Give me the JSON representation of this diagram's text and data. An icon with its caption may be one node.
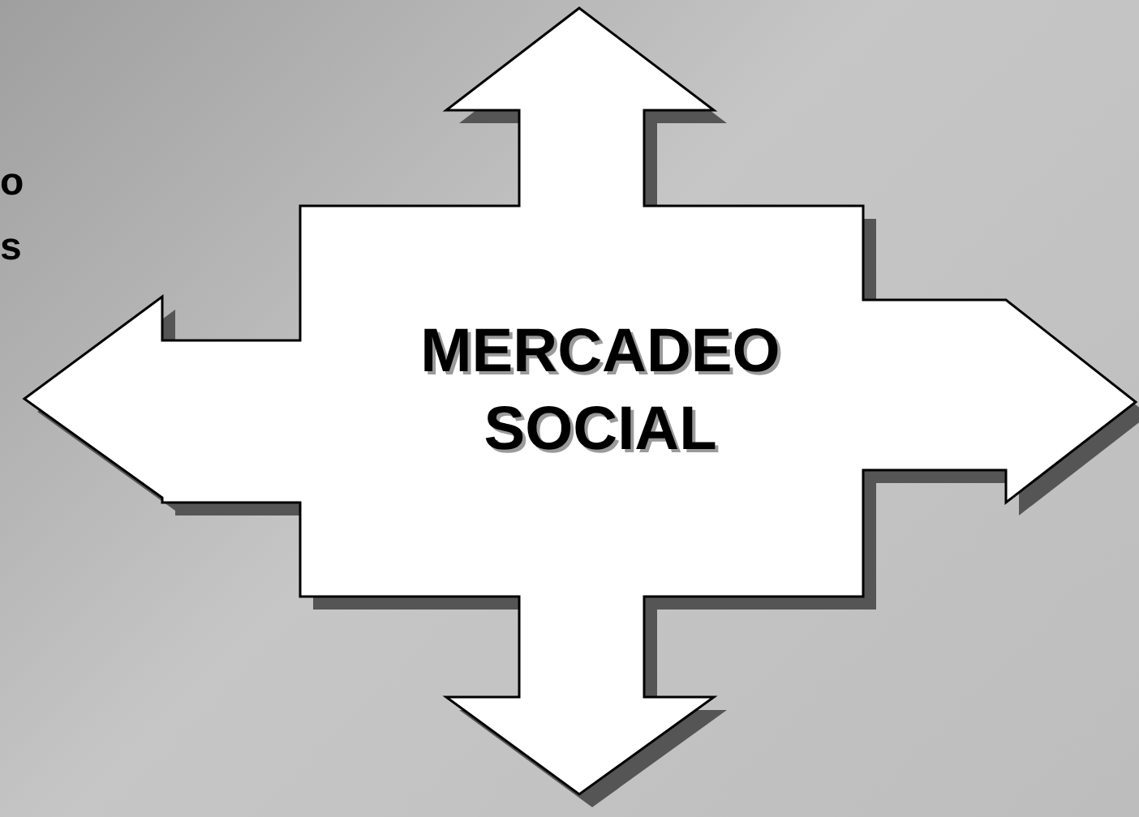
{
  "diagram": {
    "nodes": [
      {
        "text": [
          "MERCADEO SOCIAL"
        ]
      }
    ],
    "labels": [
      "o",
      "s"
    ]
  }
}
